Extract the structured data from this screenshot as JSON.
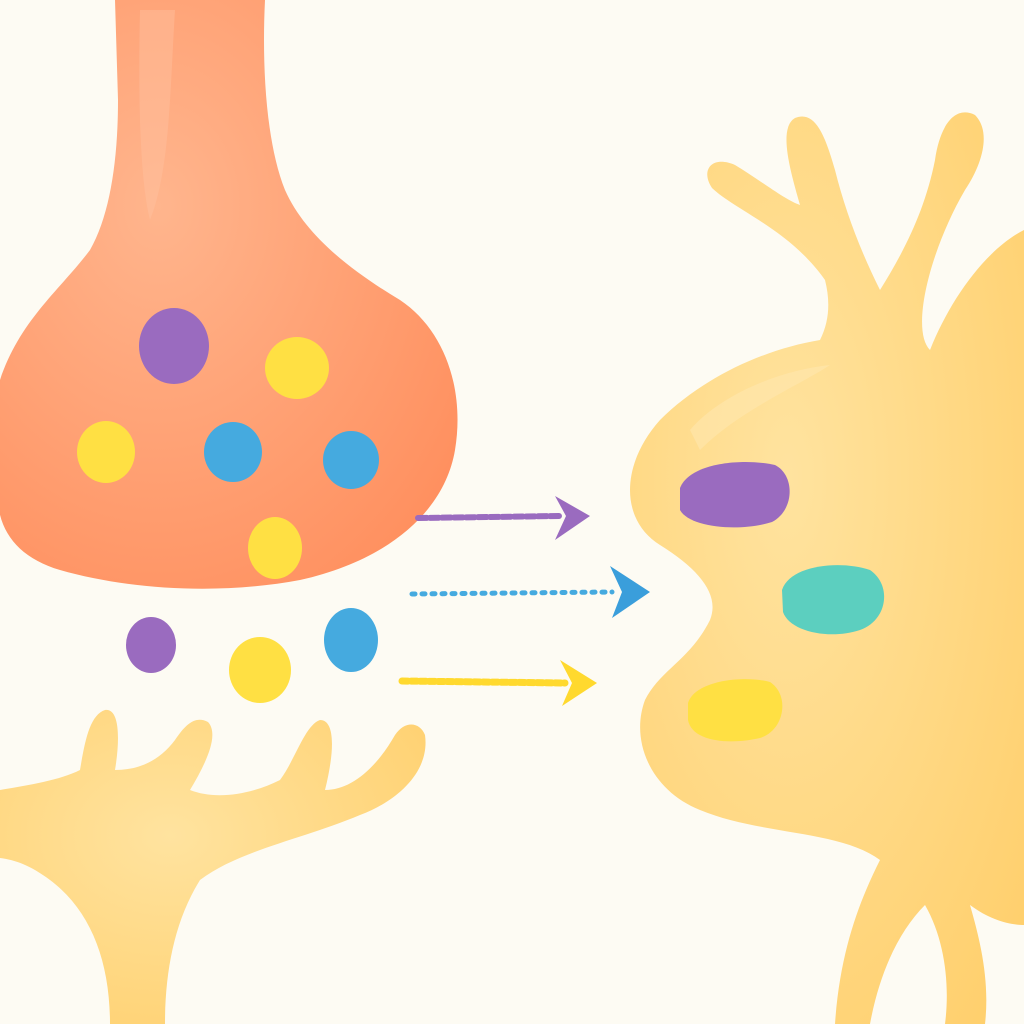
{
  "diagram": {
    "kind": "synapse-illustration",
    "elements": [
      "presynaptic-terminal",
      "postsynaptic-neuron",
      "lower-dendrite",
      "synaptic-vesicles",
      "released-neurotransmitters",
      "signal-arrows",
      "receptors"
    ]
  },
  "colors": {
    "background": "#fdfbf3",
    "presynaptic": "#ff9a6b",
    "presynaptic_highlight": "#ffb089",
    "postsynaptic": "#ffd67a",
    "postsynaptic_highlight": "#ffe3a0",
    "purple": "#9a6bbf",
    "yellow": "#ffe043",
    "blue": "#45aadf",
    "teal": "#5ccfbf"
  },
  "vesicles": [
    {
      "color": "purple"
    },
    {
      "color": "yellow"
    },
    {
      "color": "yellow"
    },
    {
      "color": "blue"
    },
    {
      "color": "blue"
    },
    {
      "color": "yellow"
    }
  ],
  "released": [
    {
      "color": "purple"
    },
    {
      "color": "yellow"
    },
    {
      "color": "blue"
    }
  ],
  "arrows": [
    {
      "color": "purple",
      "style": "dashed"
    },
    {
      "color": "blue",
      "style": "dotted"
    },
    {
      "color": "yellow",
      "style": "dashed"
    }
  ],
  "receptors": [
    {
      "color": "purple"
    },
    {
      "color": "teal"
    },
    {
      "color": "yellow"
    }
  ]
}
